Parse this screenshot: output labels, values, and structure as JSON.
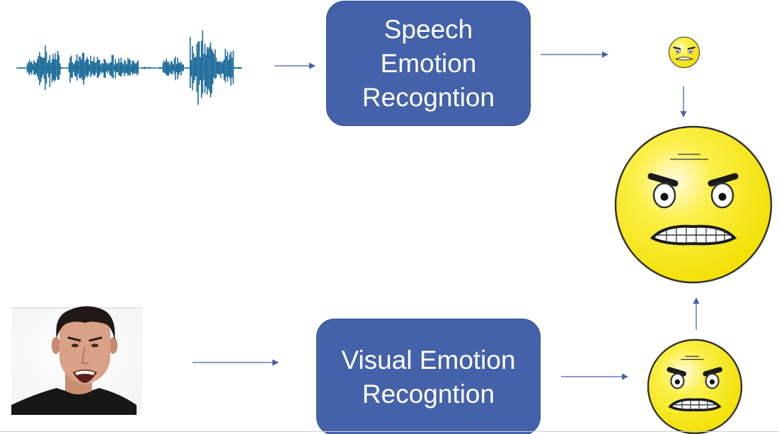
{
  "diagram": {
    "speech_box": {
      "label": "Speech\nEmotion\nRecogntion"
    },
    "visual_box": {
      "label": "Visual Emotion\nRecogntion"
    },
    "inputs": {
      "audio": "speech-waveform",
      "face": "angry-face-photo"
    },
    "outputs": {
      "speech_emoji": "angry-emoji-icon",
      "visual_emoji": "angry-emoji-icon",
      "fused_emoji": "angry-emoji-icon"
    }
  },
  "colors": {
    "box_fill": "#4462a9",
    "box_text": "#ffffff",
    "arrow": "#4462a9",
    "waveform": "#1f6d9a",
    "emoji_fill": "#f7e600"
  }
}
